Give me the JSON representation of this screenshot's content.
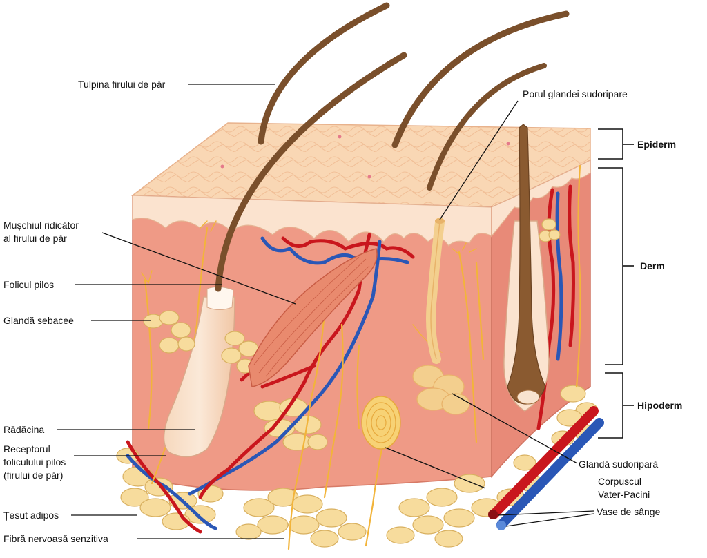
{
  "labels": {
    "hair_shaft": "Tulpina firului de păr",
    "arrector_line1": "Mușchiul ridicător",
    "arrector_line2": "al firului de păr",
    "hair_follicle": "Folicul pilos",
    "sebaceous_gland": "Glandă sebacee",
    "root": "Rădăcina",
    "receptor_line1": "Receptorul",
    "receptor_line2": "foliculului pilos",
    "receptor_line3": "(firului de păr)",
    "adipose": "Țesut adipos",
    "sensory_nerve": "Fibră nervoasă senzitiva",
    "sweat_pore": "Porul glandei sudoripare",
    "sweat_gland": "Glandă sudoripară",
    "pacini_line1": "Corpuscul",
    "pacini_line2": "Vater-Pacini",
    "blood_vessels": "Vase de sânge"
  },
  "layers": {
    "epidermis": "Epiderm",
    "dermis": "Derm",
    "hypodermis": "Hipoderm"
  },
  "colors": {
    "epidermis_top": "#f9d7b4",
    "dermis": "#ef9a86",
    "dermis_side": "#e88a78",
    "fat": "#f7dc9d",
    "artery": "#c9161d",
    "vein": "#2a57b6",
    "nerve": "#f2b43a",
    "hair": "#7a4f2b"
  }
}
